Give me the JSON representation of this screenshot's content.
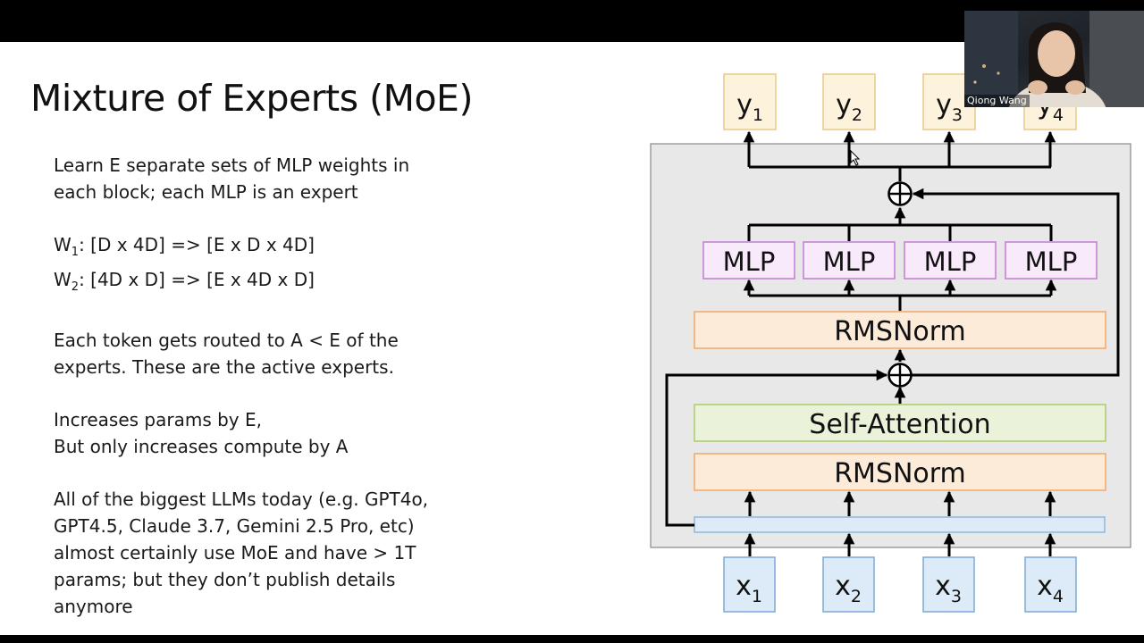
{
  "slide": {
    "title": "Mixture of Experts (MoE)",
    "bullets": [
      {
        "lines": [
          {
            "text": "Learn E separate sets of MLP weights in"
          },
          {
            "text": "each block; each MLP is an expert"
          }
        ]
      },
      {
        "lines": [
          {
            "text": "W",
            "sub": "1",
            "rest": ": [D x 4D] => [E x D x 4D]"
          },
          {
            "text": "W",
            "sub": "2",
            "rest": ": [4D x D] => [E x 4D x D]"
          }
        ]
      },
      {
        "lines": [
          {
            "text": "Each token gets routed to A < E of the"
          },
          {
            "text": "experts. These are the active experts."
          }
        ]
      },
      {
        "lines": [
          {
            "text": "Increases params by E,"
          },
          {
            "text": "But only increases compute by A"
          }
        ]
      },
      {
        "lines": [
          {
            "text": "All of the biggest LLMs today (e.g. GPT4o,"
          },
          {
            "text": "GPT4.5, Claude 3.7, Gemini 2.5 Pro, etc)"
          },
          {
            "text": "almost certainly use MoE and have > 1T"
          },
          {
            "text": "params; but they don’t publish details"
          },
          {
            "text": "anymore"
          }
        ]
      }
    ]
  },
  "diagram": {
    "outputs": [
      {
        "base": "y",
        "sub": "1"
      },
      {
        "base": "y",
        "sub": "2"
      },
      {
        "base": "y",
        "sub": "3"
      },
      {
        "base": "y",
        "sub": "4"
      }
    ],
    "inputs": [
      {
        "base": "x",
        "sub": "1"
      },
      {
        "base": "x",
        "sub": "2"
      },
      {
        "base": "x",
        "sub": "3"
      },
      {
        "base": "x",
        "sub": "4"
      }
    ],
    "experts": [
      "MLP",
      "MLP",
      "MLP",
      "MLP"
    ],
    "norm_top": "RMSNorm",
    "attention": "Self-Attention",
    "norm_bottom": "RMSNorm",
    "colors": {
      "token_box_fill": "#fdf3dc",
      "token_box_stroke": "#e8c98a",
      "mlp_fill": "#f8e9fb",
      "mlp_stroke": "#c27ad4",
      "norm_fill": "#fdebd9",
      "norm_stroke": "#f0a868",
      "attn_fill": "#eaf3d9",
      "attn_stroke": "#a9cc6c",
      "embed_fill": "#dcebf7",
      "embed_stroke": "#8fb8dd",
      "block_bg": "#e8e8e8",
      "input_fill": "#dcebf7",
      "input_stroke": "#7fa9d6"
    }
  },
  "participant": {
    "name": "Qiong Wang"
  }
}
